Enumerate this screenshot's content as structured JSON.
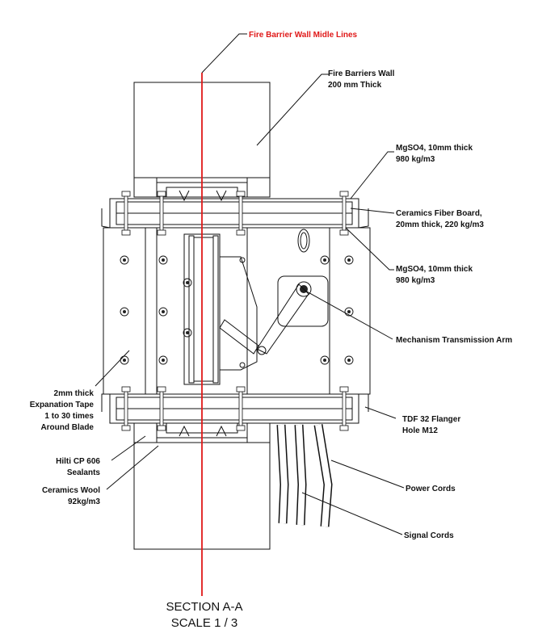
{
  "labels": {
    "midline": "Fire Barrier Wall Midle Lines",
    "wall_1": "Fire Barriers Wall",
    "wall_2": "200 mm Thick",
    "mgso4_top_1": "MgSO4, 10mm thick",
    "mgso4_top_2": "980 kg/m3",
    "ceramic_board_1": "Ceramics Fiber Board,",
    "ceramic_board_2": "20mm thick, 220 kg/m3",
    "mgso4_bottom_1": "MgSO4, 10mm thick",
    "mgso4_bottom_2": "980 kg/m3",
    "mechanism": "Mechanism Transmission Arm",
    "tape_1": "2mm thick",
    "tape_2": "Expanation Tape",
    "tape_3": "1 to 30 times",
    "tape_4": "Around Blade",
    "tdf_1": "TDF 32 Flanger",
    "tdf_2": "Hole M12",
    "hilti_1": "Hilti CP 606",
    "hilti_2": "Sealants",
    "wool_1": "Ceramics Wool",
    "wool_2": "92kg/m3",
    "power": "Power Cords",
    "signal": "Signal Cords"
  },
  "title": {
    "line1": "SECTION A-A",
    "line2": "SCALE 1 / 3"
  },
  "colors": {
    "midline": "#e01818",
    "ink": "#111111",
    "ceramic_fill": "#d9d9d9",
    "panel_fill": "#f7f7f7"
  }
}
